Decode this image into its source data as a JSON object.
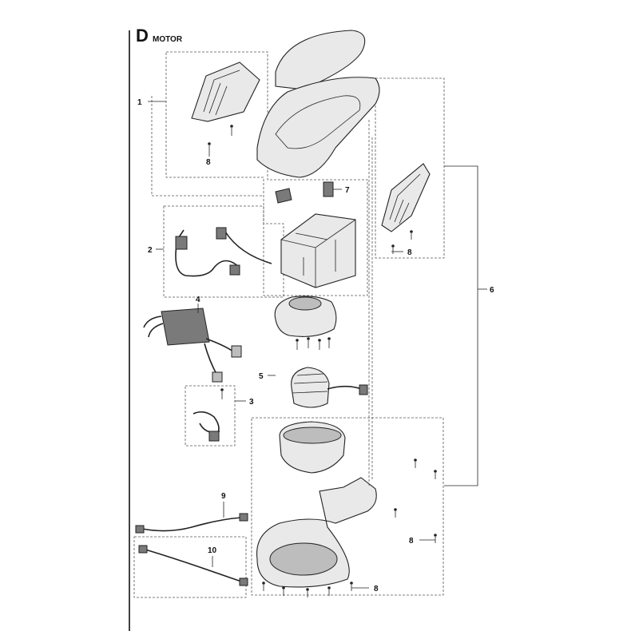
{
  "header": {
    "section_letter": "D",
    "title": "MOTOR"
  },
  "callouts": {
    "c1": "1",
    "c2": "2",
    "c3": "3",
    "c4": "4",
    "c5": "5",
    "c6": "6",
    "c7": "7",
    "c8a": "8",
    "c8b": "8",
    "c8c": "8",
    "c8d": "8",
    "c9": "9",
    "c10": "10"
  },
  "colors": {
    "line": "#222222",
    "fill_light": "#e9e9e9",
    "fill_dark": "#7a7a7a",
    "frame": "#555555"
  }
}
